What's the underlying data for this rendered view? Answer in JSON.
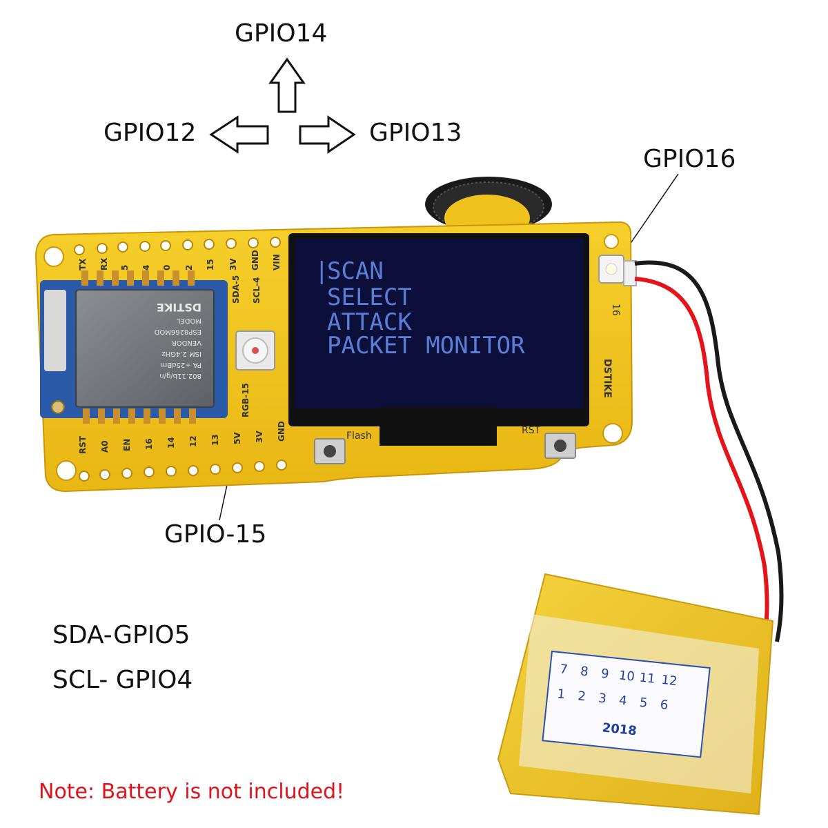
{
  "labels": {
    "gpio14": "GPIO14",
    "gpio12": "GPIO12",
    "gpio13": "GPIO13",
    "gpio16": "GPIO16",
    "gpio15": "GPIO-15",
    "sda": "SDA-GPIO5",
    "scl": "SCL- GPIO4"
  },
  "note": "Note: Battery is not included!",
  "oled": {
    "cursor": "|",
    "menu": [
      "SCAN",
      "SELECT",
      "ATTACK",
      "PACKET MONITOR"
    ]
  },
  "board": {
    "top_pins": [
      "TX",
      "RX",
      "5",
      "4",
      "0",
      "2",
      "15",
      "3V",
      "GND",
      "VIN"
    ],
    "bottom_pins": [
      "RST",
      "A0",
      "EN",
      "16",
      "14",
      "12",
      "13",
      "5V",
      "3V",
      "GND"
    ],
    "side_labels": [
      "SDA-5",
      "SCL-4",
      "RGB-15"
    ],
    "button_flash": "Flash",
    "button_rst": "RST",
    "brand": "DSTIKE",
    "led_label": "16",
    "module_text": [
      "DSTIKE",
      "MODEL",
      "ESP8266MOD",
      "VENDOR",
      "ISM 2.4GHz",
      "PA +25dBm",
      "802.11b/g/n"
    ]
  },
  "battery": {
    "year": "2018",
    "numbers_top": [
      "7",
      "8",
      "9",
      "10",
      "11",
      "12"
    ],
    "numbers_bottom": [
      "1",
      "2",
      "3",
      "4",
      "5",
      "6"
    ]
  },
  "colors": {
    "pcb": "#f2c51b",
    "pcb_edge": "#d49f10",
    "oled_bg": "#0c0f3a",
    "oled_text": "#5b7fd6",
    "wire_red": "#e3141a",
    "wire_black": "#1a1a1a",
    "battery": "#f0c828",
    "note": "#e0121a"
  }
}
